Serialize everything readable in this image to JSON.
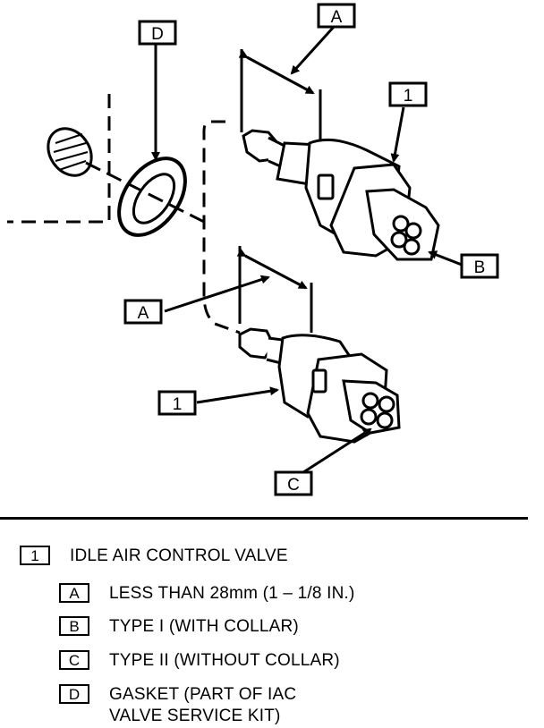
{
  "callouts": {
    "label_1": "1",
    "label_A": "A",
    "label_B": "B",
    "label_C": "C",
    "label_D": "D"
  },
  "legend": [
    {
      "key": "1",
      "text": "IDLE AIR CONTROL VALVE"
    },
    {
      "key": "A",
      "text": "LESS THAN 28mm (1 – 1/8 IN.)"
    },
    {
      "key": "B",
      "text": "TYPE I (WITH COLLAR)"
    },
    {
      "key": "C",
      "text": "TYPE II (WITHOUT COLLAR)"
    },
    {
      "key": "D",
      "text": "GASKET (PART OF IAC",
      "text_line2": "VALVE SERVICE KIT)"
    }
  ]
}
